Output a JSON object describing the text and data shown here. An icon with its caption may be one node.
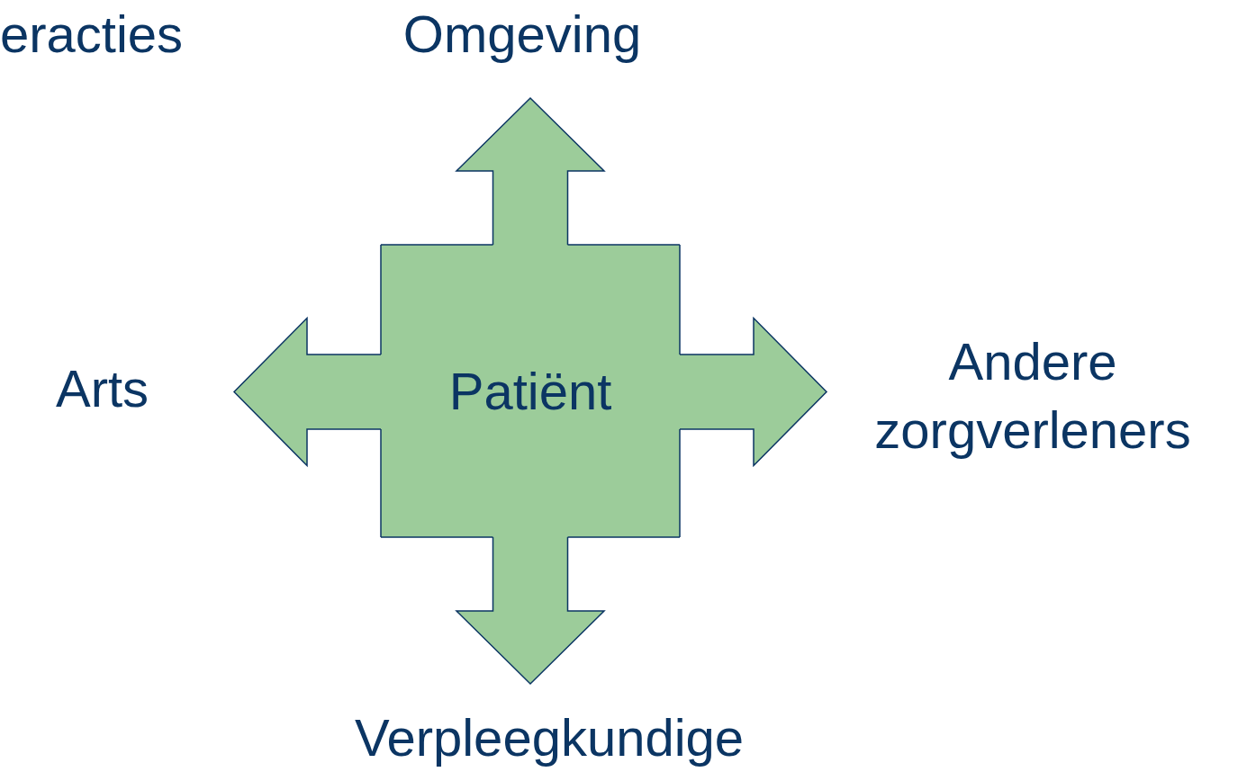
{
  "diagram": {
    "title": "eracties",
    "nodes": [
      {
        "text": [
          "Patiënt"
        ]
      },
      {
        "text": [
          "Omgeving"
        ]
      },
      {
        "text": [
          "Arts"
        ]
      },
      {
        "text": [
          "Andere zorgverleners"
        ]
      },
      {
        "text": [
          "Verpleegkundige"
        ]
      }
    ],
    "edges": [
      {
        "from": 0,
        "to": 1,
        "arrow": "to"
      },
      {
        "from": 0,
        "to": 2,
        "arrow": "to"
      },
      {
        "from": 0,
        "to": 3,
        "arrow": "to"
      },
      {
        "from": 0,
        "to": 4,
        "arrow": "to"
      }
    ]
  }
}
